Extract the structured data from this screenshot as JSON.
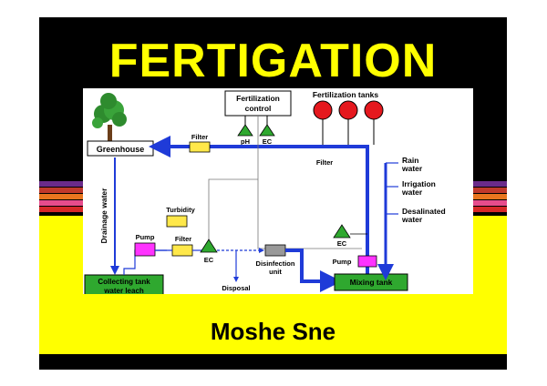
{
  "slide": {
    "title": "FERTIGATION",
    "author": "Moshe Sne",
    "colors": {
      "title": "#ffff00",
      "background": "#000000",
      "band": "#ffff00",
      "pipe": "#1f3bd8"
    }
  },
  "diagram": {
    "fertilization_control": [
      "Fertilization",
      "control"
    ],
    "fertilization_tanks": "Fertilization tanks",
    "ph": "pH",
    "ec": "EC",
    "greenhouse": "Greenhouse",
    "filter": "Filter",
    "drainage_water": "Drainage water",
    "turbidity": "Turbidity",
    "pump": "Pump",
    "disinfection_unit": [
      "Disinfection",
      "unit"
    ],
    "disposal": "Disposal",
    "collecting_tank": [
      "Collecting tank",
      "water leach"
    ],
    "mixing_tank": "Mixing tank",
    "rain_water": [
      "Rain",
      "water"
    ],
    "irrigation_water": [
      "Irrigation",
      "water"
    ],
    "desalinated_water": [
      "Desalinated",
      "water"
    ]
  }
}
